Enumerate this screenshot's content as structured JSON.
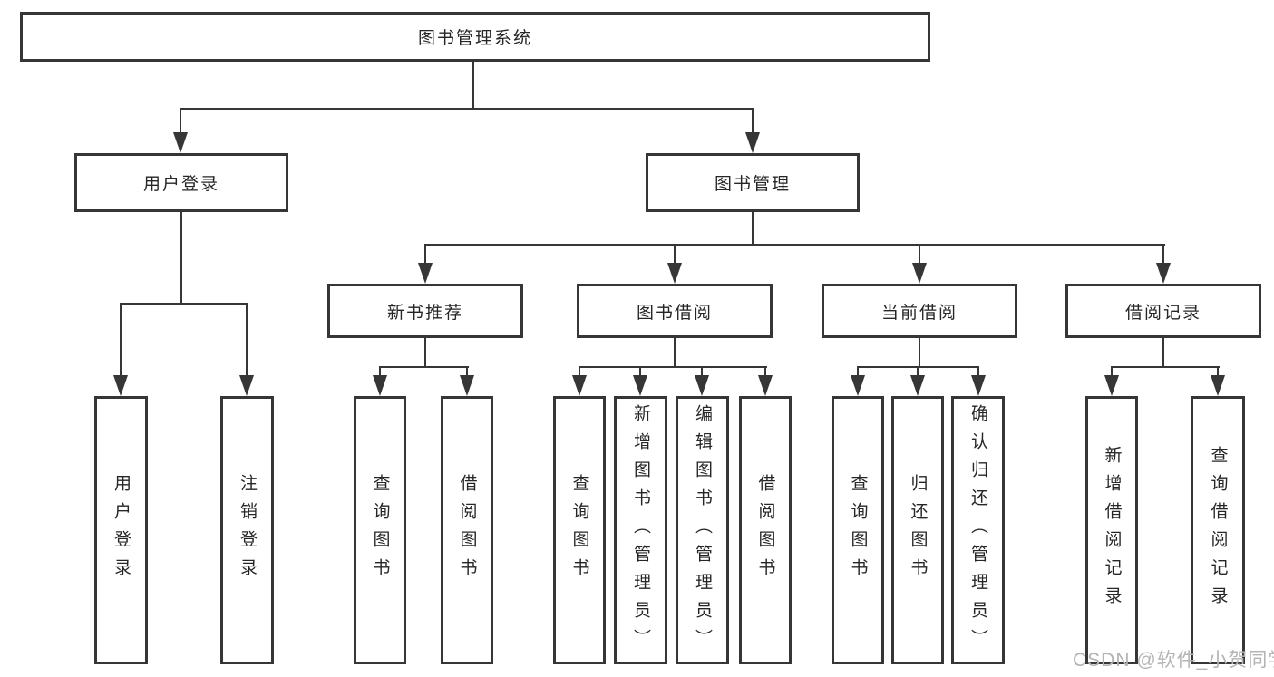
{
  "diagram": {
    "root": {
      "label": "图书管理系统"
    },
    "branches": [
      {
        "label": "用户登录",
        "children": [
          {
            "label": "用户登录"
          },
          {
            "label": "注销登录"
          }
        ]
      },
      {
        "label": "图书管理",
        "children": [
          {
            "label": "新书推荐",
            "children": [
              {
                "label": "查询图书"
              },
              {
                "label": "借阅图书"
              }
            ]
          },
          {
            "label": "图书借阅",
            "children": [
              {
                "label": "查询图书"
              },
              {
                "label": "新增图书（管理员）"
              },
              {
                "label": "编辑图书（管理员）"
              },
              {
                "label": "借阅图书"
              }
            ]
          },
          {
            "label": "当前借阅",
            "children": [
              {
                "label": "查询图书"
              },
              {
                "label": "归还图书"
              },
              {
                "label": "确认归还（管理员）"
              }
            ]
          },
          {
            "label": "借阅记录",
            "children": [
              {
                "label": "新增借阅记录"
              },
              {
                "label": "查询借阅记录"
              }
            ]
          }
        ]
      }
    ],
    "watermark": "CSDN @软件_小贺同学",
    "colors": {
      "line": "#363636",
      "text": "#262626",
      "watermark": "#b4b4b4",
      "background": "#ffffff"
    }
  }
}
